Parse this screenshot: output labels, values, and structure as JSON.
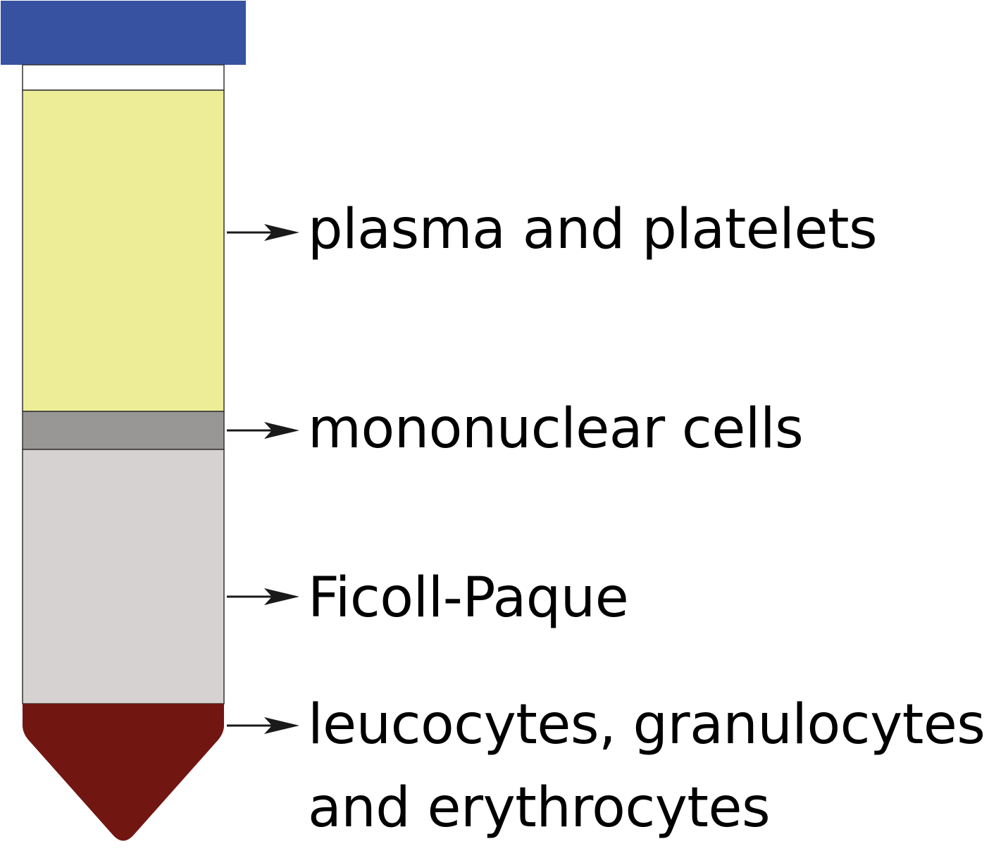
{
  "colors": {
    "cap": "#3652a0",
    "headspace": "#ffffff",
    "plasma": "#eded97",
    "mononuclear": "#999795",
    "ficoll": "#d6d2d1",
    "pellet": "#721612",
    "outline": "#333333",
    "arrow": "#1a1a1a"
  },
  "layers": [
    {
      "key": "plasma",
      "label": "plasma and platelets"
    },
    {
      "key": "mononuclear",
      "label": "mononuclear cells"
    },
    {
      "key": "ficoll",
      "label": "Ficoll-Paque"
    },
    {
      "key": "pellet",
      "label_lines": [
        "leucocytes, granulocytes",
        "and erythrocytes"
      ]
    }
  ]
}
